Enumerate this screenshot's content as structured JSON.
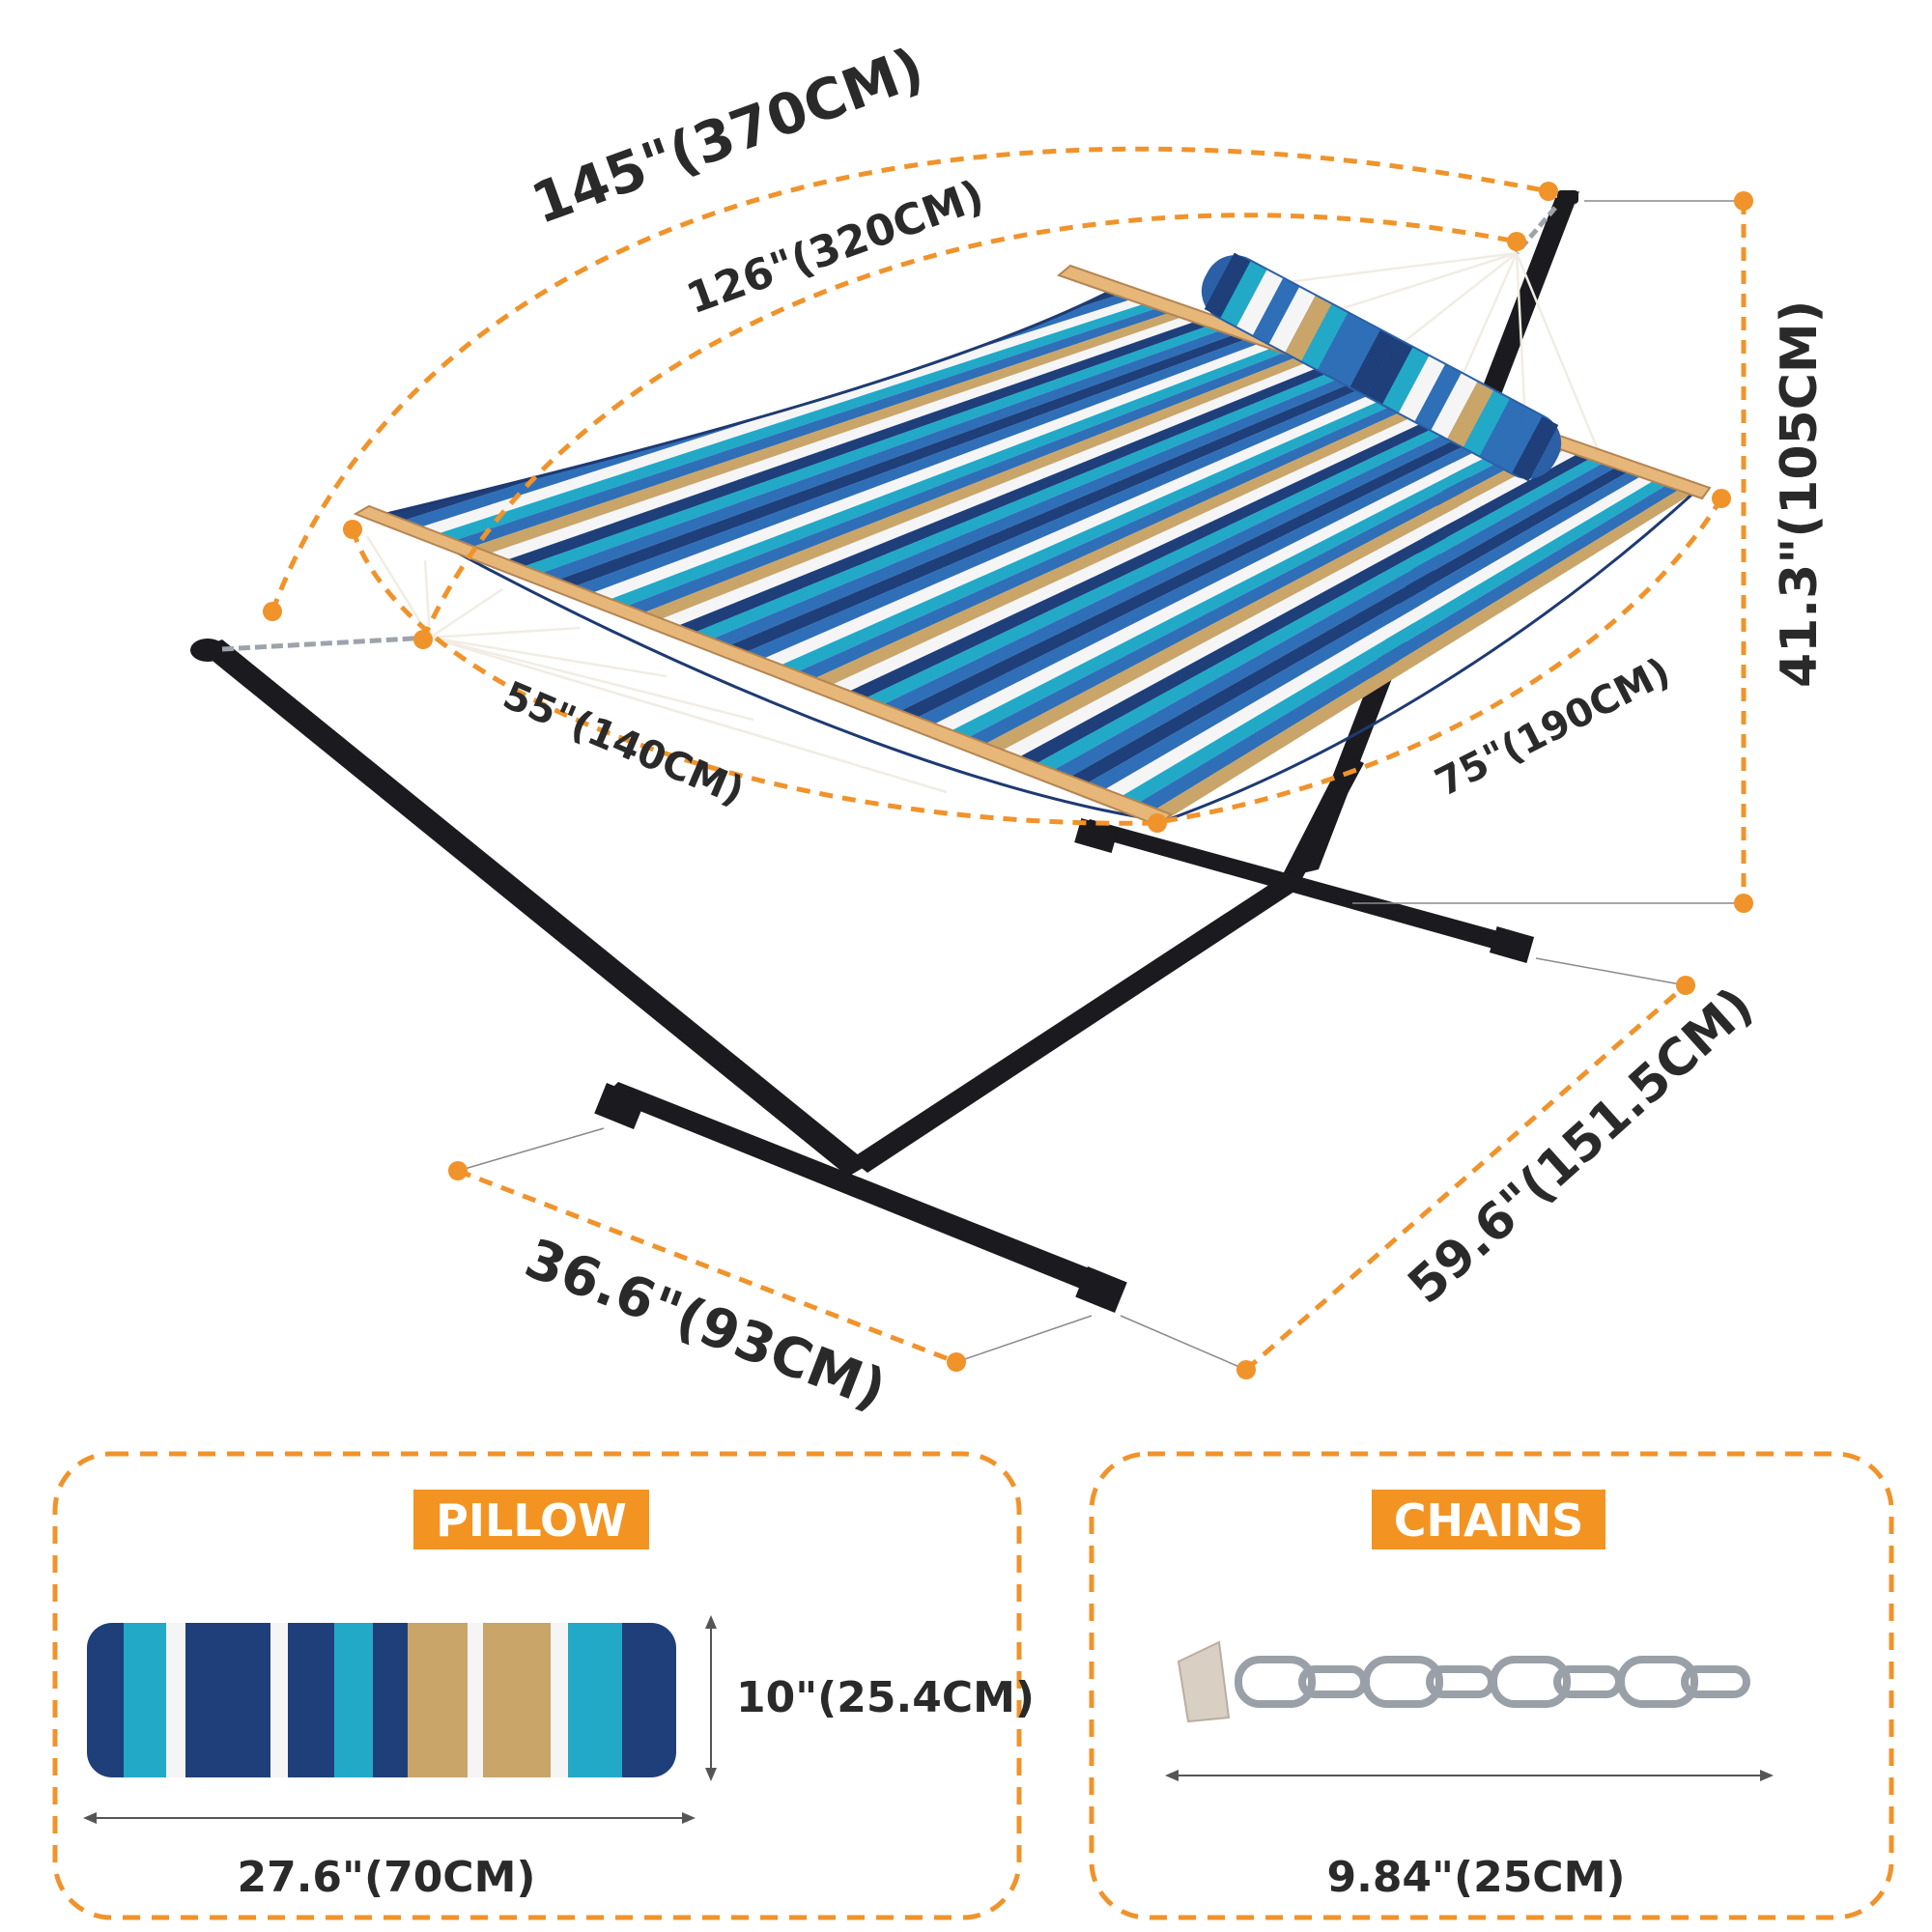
{
  "dimensions": {
    "overall_length": "145\"(370CM)",
    "bed_length": "126\"(320CM)",
    "bed_width": "55\"(140CM)",
    "bed_length_side": "75\"(190CM)",
    "height": "41.3\"(105CM)",
    "base_width": "36.6\"(93CM)",
    "base_depth": "59.6\"(151.5CM)"
  },
  "pillow": {
    "title": "PILLOW",
    "height": "10\"(25.4CM)",
    "width": "27.6\"(70CM)"
  },
  "chains": {
    "title": "CHAINS",
    "length": "9.84\"(25CM)"
  },
  "colors": {
    "accent": "#f39422",
    "frame": "#1b1b1f",
    "stripe_navy": "#1f3f7a",
    "stripe_blue": "#2f6fb8",
    "stripe_teal": "#22a9c8",
    "stripe_tan": "#c9a56a",
    "stripe_white": "#f5f5f5",
    "spreader_wood": "#e7b77a"
  }
}
